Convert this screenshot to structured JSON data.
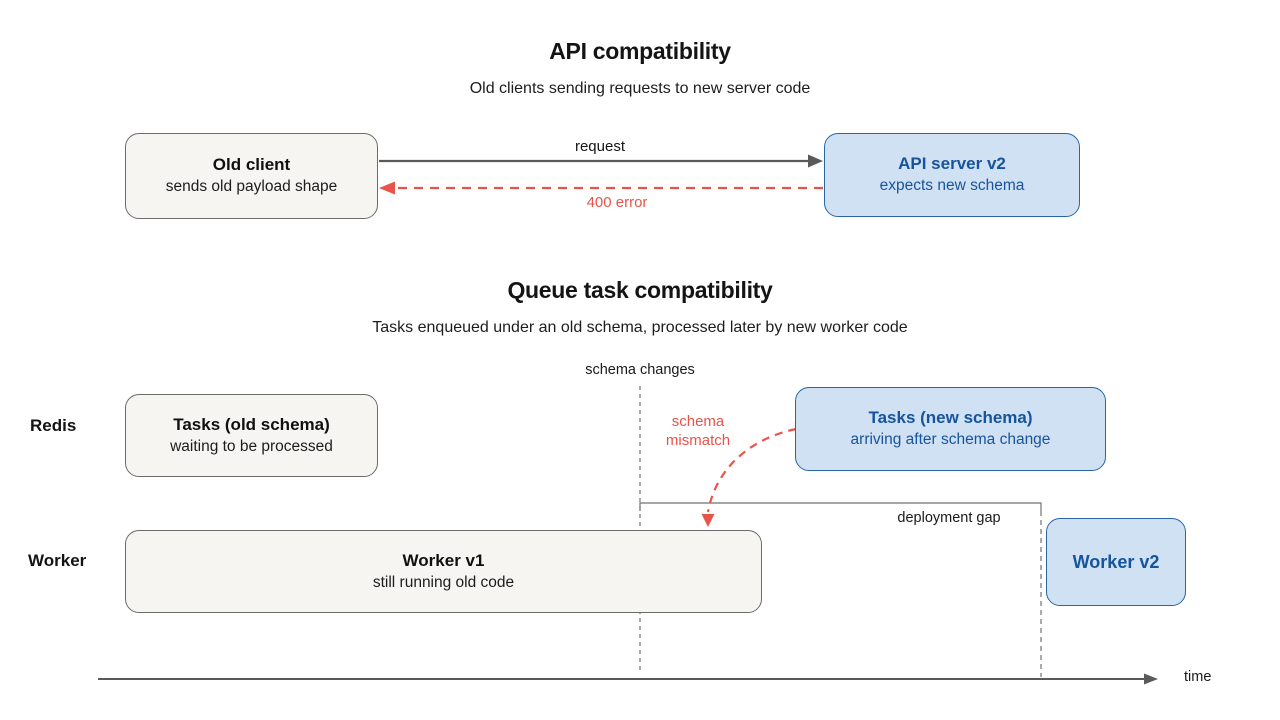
{
  "diagram1": {
    "title": "API compatibility",
    "subtitle": "Old clients sending requests to new server code",
    "old_client": {
      "title": "Old client",
      "subtitle": "sends old payload shape"
    },
    "api_server": {
      "title": "API server v2",
      "subtitle": "expects new schema"
    },
    "request_label": "request",
    "error_label": "400 error"
  },
  "diagram2": {
    "title": "Queue task compatibility",
    "subtitle": "Tasks enqueued under an old schema, processed later by new worker code",
    "schema_changes_label": "schema changes",
    "schema_mismatch_line1": "schema",
    "schema_mismatch_line2": "mismatch",
    "deployment_gap_label": "deployment gap",
    "redis_row_label": "Redis",
    "worker_row_label": "Worker",
    "tasks_old": {
      "title": "Tasks (old schema)",
      "subtitle": "waiting to be processed"
    },
    "tasks_new": {
      "title": "Tasks (new schema)",
      "subtitle": "arriving after schema change"
    },
    "worker_v1": {
      "title": "Worker v1",
      "subtitle": "still running old code"
    },
    "worker_v2": {
      "title": "Worker v2"
    },
    "time_label": "time"
  },
  "colors": {
    "neutral_box_fill": "#f6f5f2",
    "neutral_box_border": "#6b6b6b",
    "blue_box_fill": "#cfe1f2",
    "blue_box_border": "#2866a6",
    "blue_text": "#17549b",
    "error_red": "#e8544a",
    "arrow_gray": "#5a5a5a",
    "dashed_gray": "#717171",
    "text_dark": "#141414"
  }
}
